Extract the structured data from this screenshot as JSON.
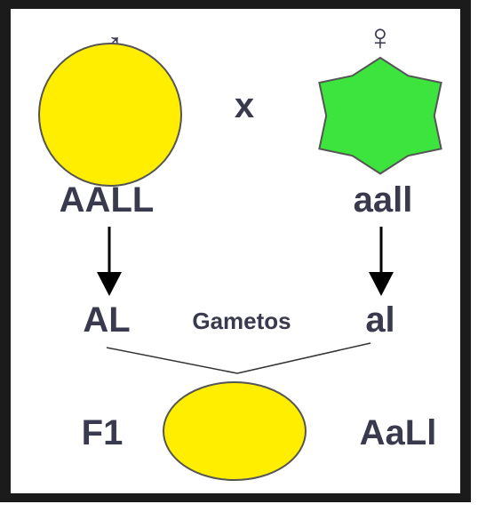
{
  "symbols": {
    "male": "♂",
    "female": "♀",
    "cross": "x"
  },
  "genotypes": {
    "male_parent": "AALL",
    "female_parent": "aall",
    "male_gamete": "AL",
    "female_gamete": "al",
    "f1_label": "F1",
    "f1_genotype": "AaLl"
  },
  "labels": {
    "gametes": "Gametos"
  },
  "colors": {
    "yellow": "#ffee00",
    "green": "#3ee43e",
    "stroke": "#555555",
    "text": "#3a3a4e",
    "frame": "#1b1b1b"
  }
}
